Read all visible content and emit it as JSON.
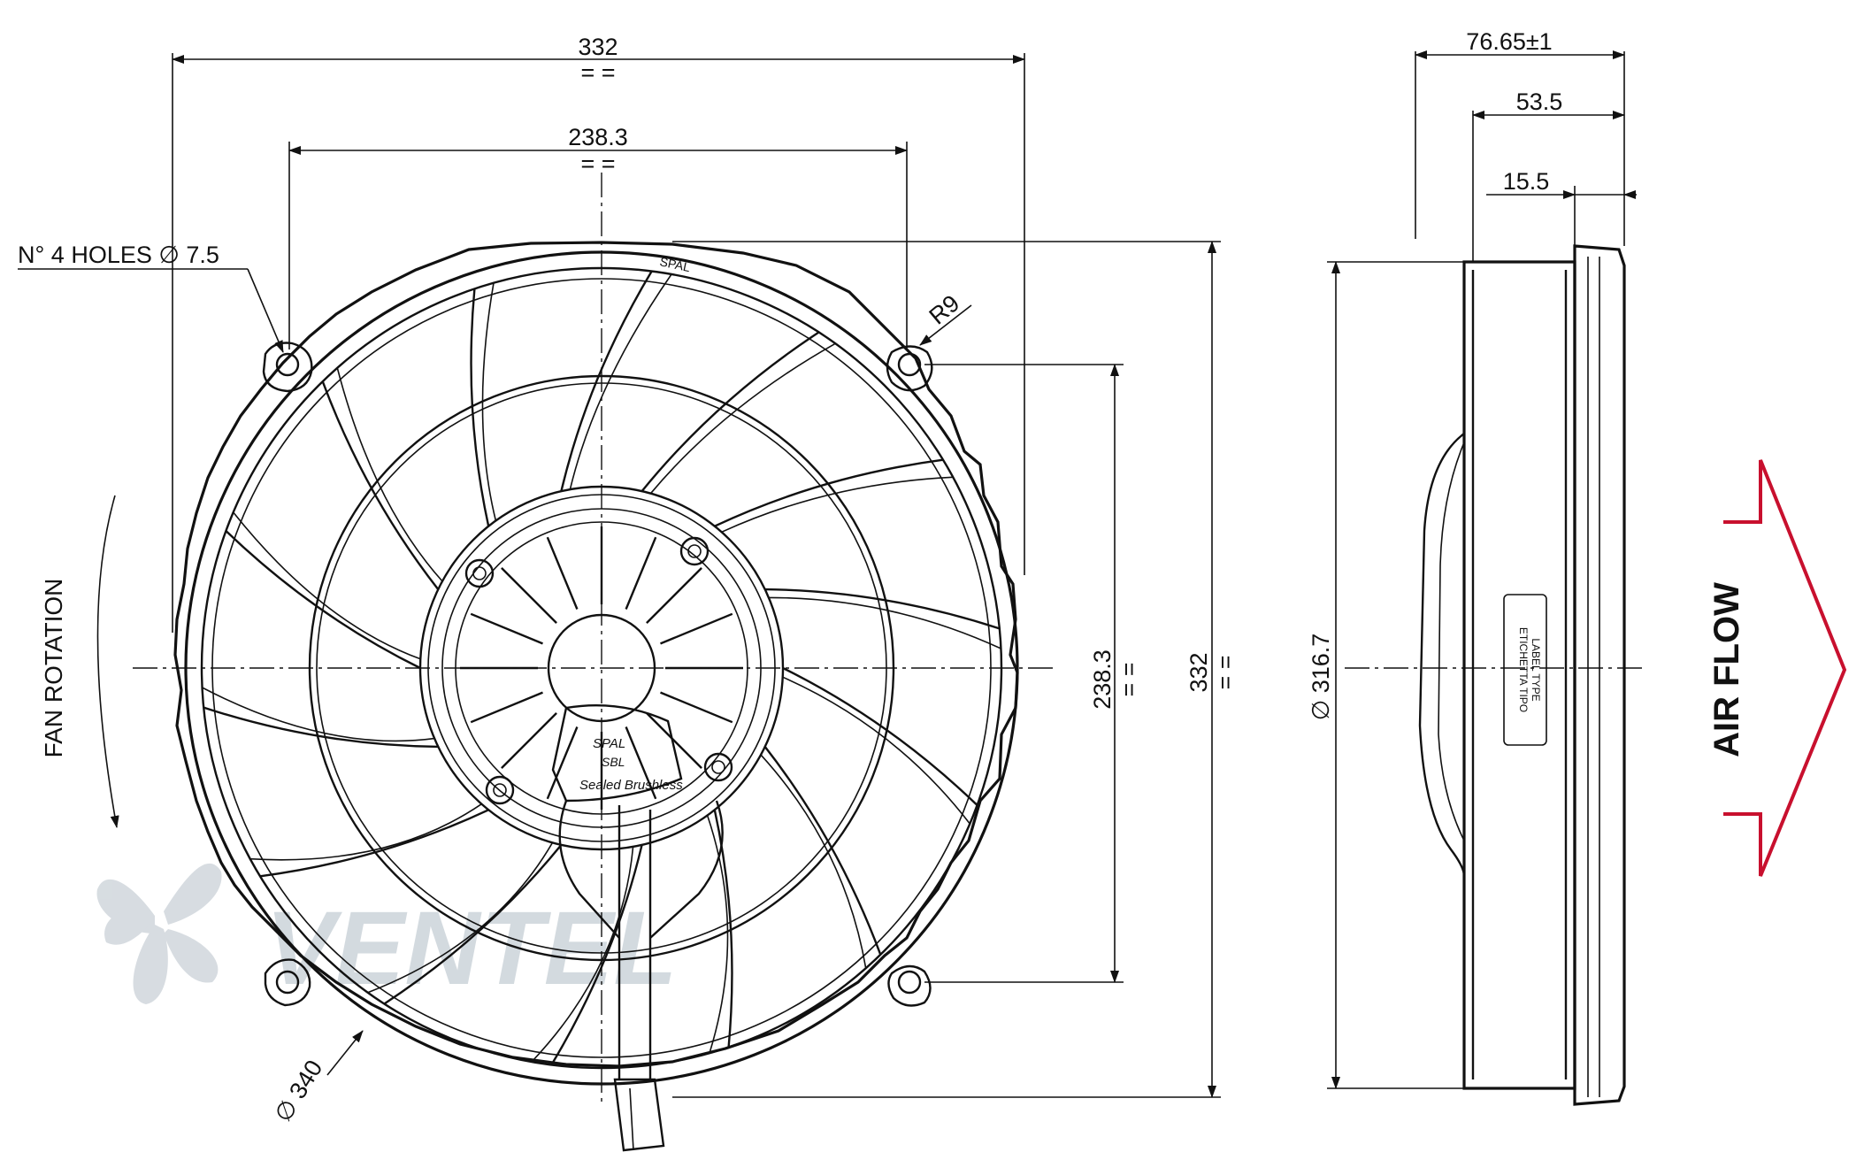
{
  "drawing": {
    "front_view": {
      "width_overall": "332",
      "width_holes": "238.3",
      "height_holes": "238.3",
      "height_overall": "332",
      "equal_mark": "= =",
      "holes_note": "N° 4 HOLES ∅ 7.5",
      "radius": "R9",
      "outer_diameter": "∅ 340",
      "rotation_label": "FAN ROTATION",
      "hub_brand": "SPAL",
      "hub_model": "SBL",
      "hub_product": "Sealed Brushless",
      "rim_brand": "SPAL"
    },
    "side_view": {
      "depth_overall": "76.65±1",
      "depth_mid": "53.5",
      "depth_flange": "15.5",
      "diameter": "∅ 316.7",
      "label_line1": "ETICHETTA TIPO",
      "label_line2": "LABEL TYPE"
    },
    "airflow": {
      "label": "AIR FLOW",
      "color": "#c8102e"
    },
    "watermark": {
      "text": "VENTEL",
      "color": "#cfd6dc"
    }
  }
}
